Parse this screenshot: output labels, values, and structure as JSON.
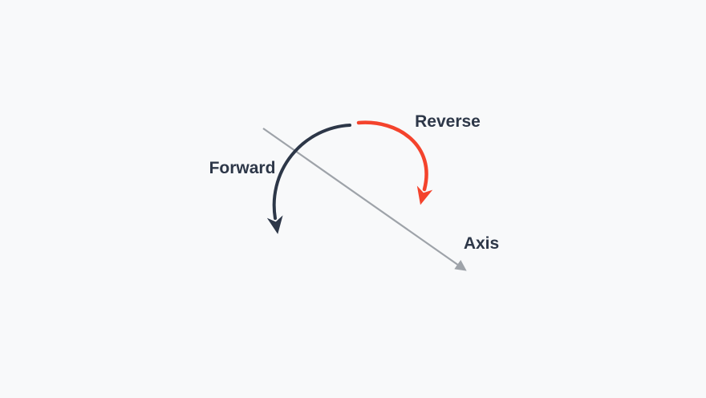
{
  "diagram": {
    "title_hint": "rotation-direction-diagram",
    "labels": {
      "forward": "Forward",
      "reverse": "Reverse",
      "axis": "Axis"
    },
    "colors": {
      "forward_arrow": "#2d3748",
      "reverse_arrow": "#f4432c",
      "axis_line": "#9ea3a9",
      "label_text": "#2d3748",
      "background": "#f8f9fa"
    }
  }
}
